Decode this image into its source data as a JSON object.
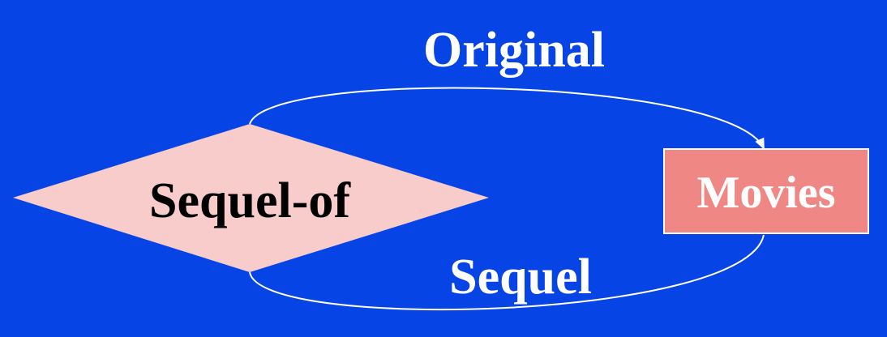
{
  "diagram": {
    "relationship": {
      "label": "Sequel-of"
    },
    "entity": {
      "label": "Movies"
    },
    "roles": [
      {
        "label": "Original"
      },
      {
        "label": "Sequel"
      }
    ]
  },
  "colors": {
    "background": "#0644e6",
    "relationship_fill": "#f7cccb",
    "entity_fill": "#ef8785",
    "entity_stroke": "#ffffff",
    "edge": "#ffffff",
    "role_text": "#ffffff",
    "relationship_text": "#000000"
  }
}
